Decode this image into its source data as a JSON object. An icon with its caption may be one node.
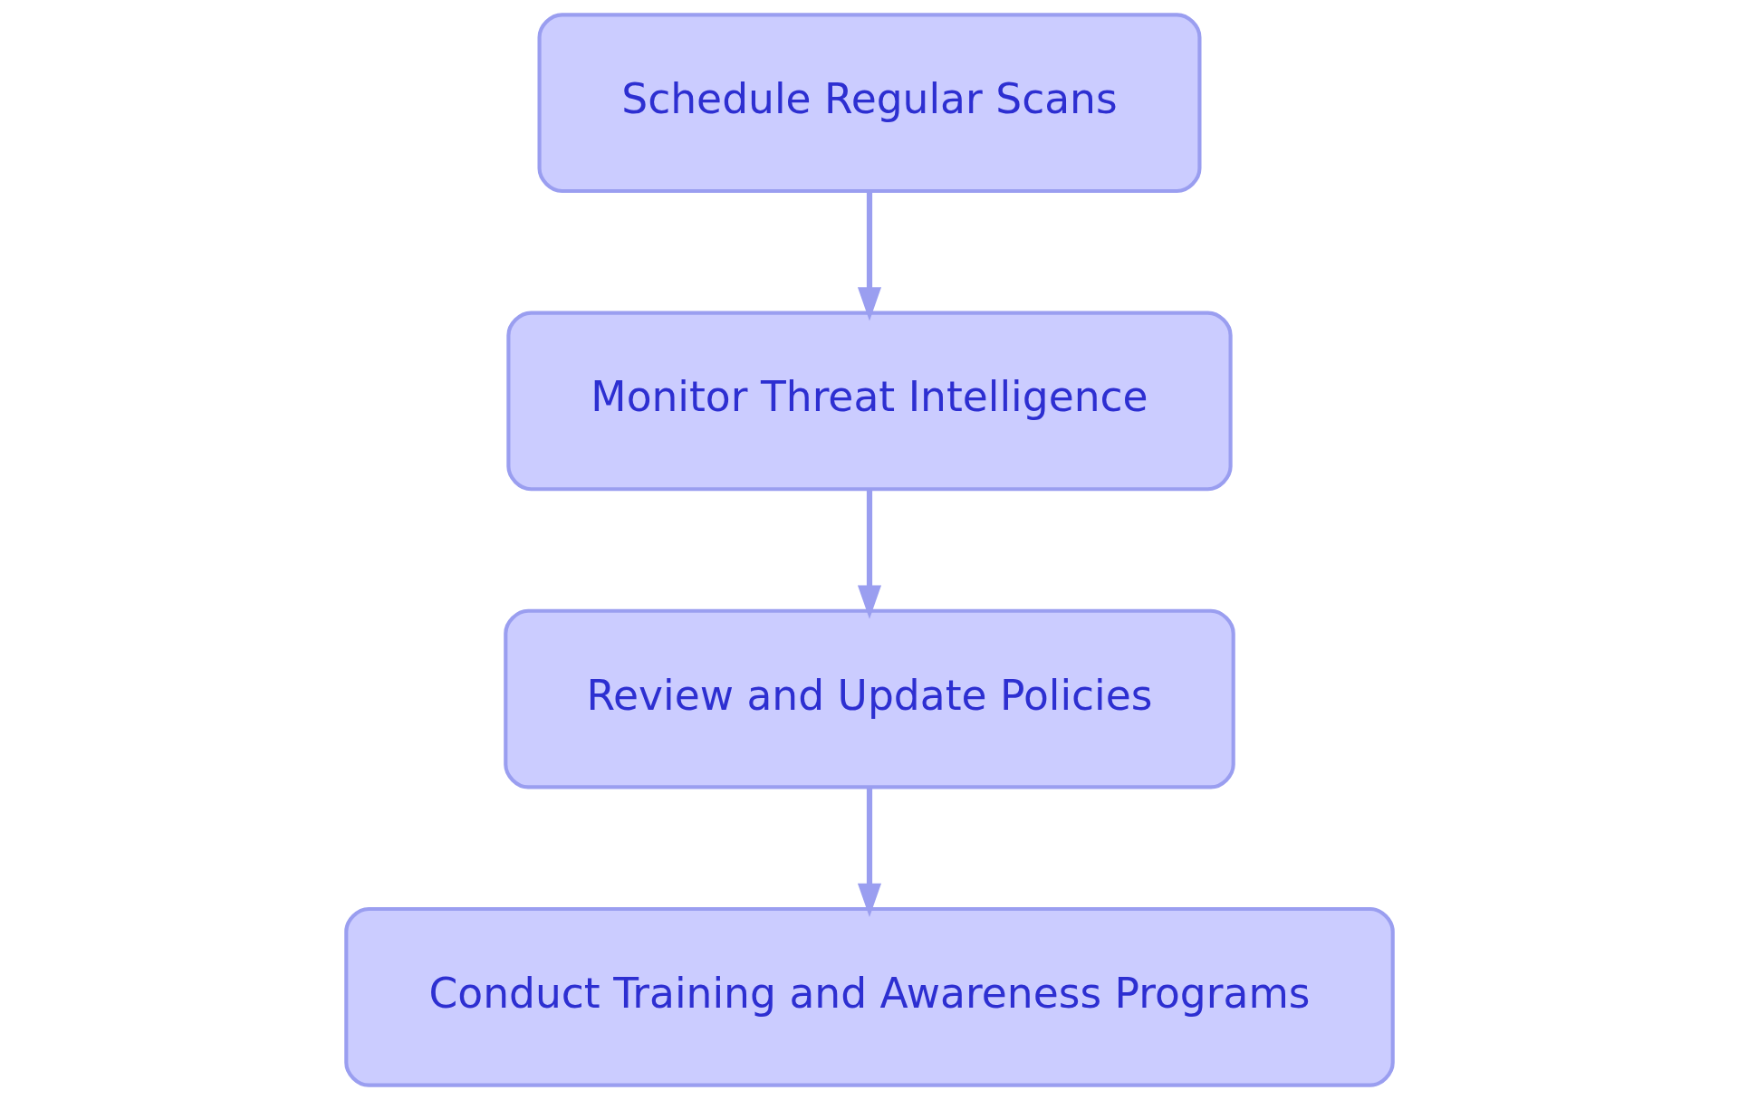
{
  "diagram": {
    "nodes": [
      {
        "text": [
          "Schedule Regular Scans"
        ]
      },
      {
        "text": [
          "Monitor Threat Intelligence"
        ]
      },
      {
        "text": [
          "Review and Update Policies"
        ]
      },
      {
        "text": [
          "Conduct Training and Awareness Programs"
        ]
      }
    ],
    "edges": [
      {
        "from": 0,
        "to": 1,
        "arrow": "to"
      },
      {
        "from": 1,
        "to": 2,
        "arrow": "to"
      },
      {
        "from": 2,
        "to": 3,
        "arrow": "to"
      }
    ]
  }
}
